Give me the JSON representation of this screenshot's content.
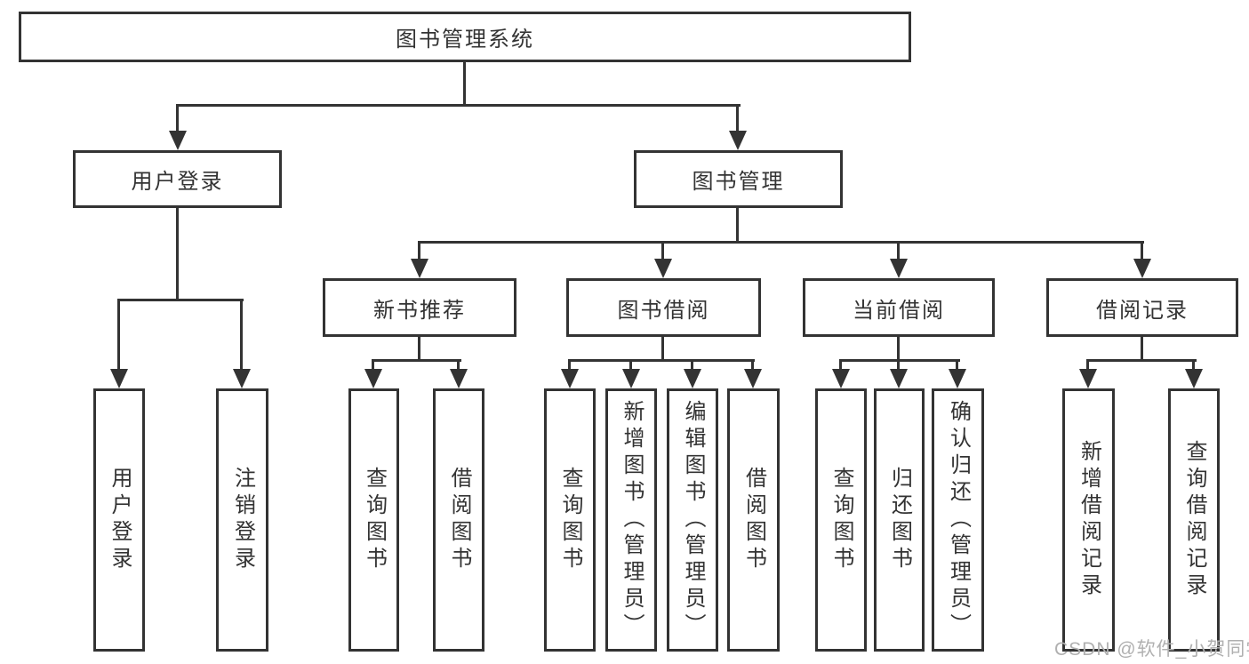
{
  "tree": {
    "root": {
      "label": "图书管理系统",
      "children": [
        {
          "label": "用户登录",
          "children": [
            {
              "label": "用户登录"
            },
            {
              "label": "注销登录"
            }
          ]
        },
        {
          "label": "图书管理",
          "children": [
            {
              "label": "新书推荐",
              "children": [
                {
                  "label": "查询图书"
                },
                {
                  "label": "借阅图书"
                }
              ]
            },
            {
              "label": "图书借阅",
              "children": [
                {
                  "label": "查询图书"
                },
                {
                  "label": "新增图书（管理员）"
                },
                {
                  "label": "编辑图书（管理员）"
                },
                {
                  "label": "借阅图书"
                }
              ]
            },
            {
              "label": "当前借阅",
              "children": [
                {
                  "label": "查询图书"
                },
                {
                  "label": "归还图书"
                },
                {
                  "label": "确认归还（管理员）"
                }
              ]
            },
            {
              "label": "借阅记录",
              "children": [
                {
                  "label": "新增借阅记录"
                },
                {
                  "label": "查询借阅记录"
                }
              ]
            }
          ]
        }
      ]
    }
  },
  "watermark": {
    "text": "CSDN @软件_小贺同学"
  },
  "colors": {
    "line": "#333333",
    "box_border": "#333333",
    "box_background": "#ffffff",
    "text": "#333333",
    "watermark": "#b0b0b0",
    "page_background": "#ffffff"
  }
}
